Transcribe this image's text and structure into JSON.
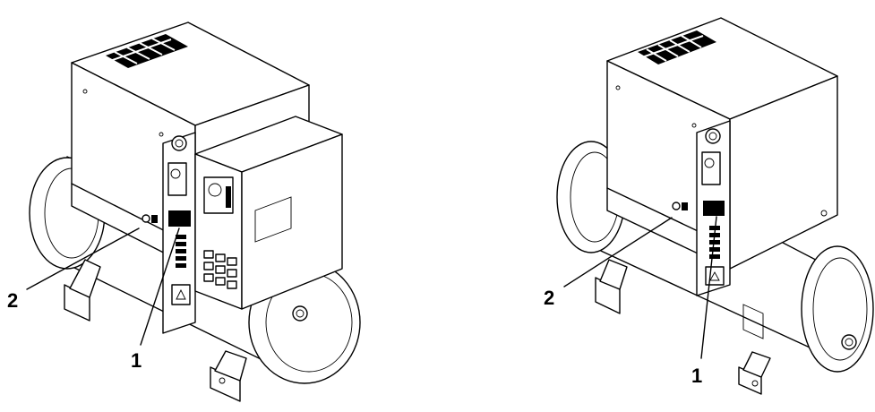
{
  "figure": {
    "callouts": [
      {
        "id": "left-1",
        "label": "1"
      },
      {
        "id": "left-2",
        "label": "2"
      },
      {
        "id": "right-1",
        "label": "1"
      },
      {
        "id": "right-2",
        "label": "2"
      }
    ]
  }
}
